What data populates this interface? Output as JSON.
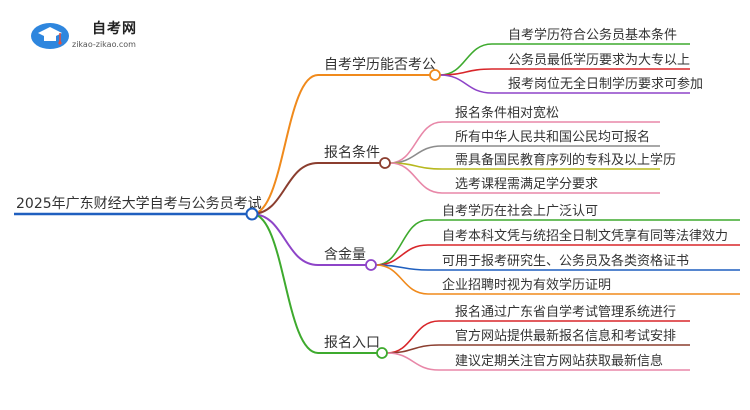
{
  "logo": {
    "name": "自考网",
    "url": "zikao-zikao.com"
  },
  "root": {
    "label": "2025年广东财经大学自考与公务员考试"
  },
  "branches": [
    {
      "label": "自考学历能否考公",
      "color": "#F08A1C",
      "children": [
        {
          "label": "自考学历符合公务员基本条件",
          "color": "#3EAA2E"
        },
        {
          "label": "公务员最低学历要求为大专以上",
          "color": "#D8262A"
        },
        {
          "label": "报考岗位无全日制学历要求可参加",
          "color": "#8E44C8"
        }
      ]
    },
    {
      "label": "报名条件",
      "color": "#8B3E2F",
      "children": [
        {
          "label": "报名条件相对宽松",
          "color": "#E887A8"
        },
        {
          "label": "所有中华人民共和国公民均可报名",
          "color": "#8C8C8C"
        },
        {
          "label": "需具备国民教育序列的专科及以上学历",
          "color": "#B7B81E"
        },
        {
          "label": "选考课程需满足学分要求",
          "color": "#E887A8"
        }
      ]
    },
    {
      "label": "含金量",
      "color": "#8E44C8",
      "children": [
        {
          "label": "自考学历在社会上广泛认可",
          "color": "#3EAA2E"
        },
        {
          "label": "自考本科文凭与统招全日制文凭享有同等法律效力",
          "color": "#D8262A"
        },
        {
          "label": "可用于报考研究生、公务员及各类资格证书",
          "color": "#1F5FBF"
        },
        {
          "label": "企业招聘时视为有效学历证明",
          "color": "#F08A1C"
        }
      ]
    },
    {
      "label": "报名入口",
      "color": "#3EAA2E",
      "children": [
        {
          "label": "报名通过广东省自学考试管理系统进行",
          "color": "#D8262A"
        },
        {
          "label": "官方网站提供最新报名信息和考试安排",
          "color": "#8B3E2F"
        },
        {
          "label": "建议定期关注官方网站获取最新信息",
          "color": "#E887A8"
        }
      ]
    }
  ],
  "colors": {
    "root": "#1F5FBF"
  }
}
